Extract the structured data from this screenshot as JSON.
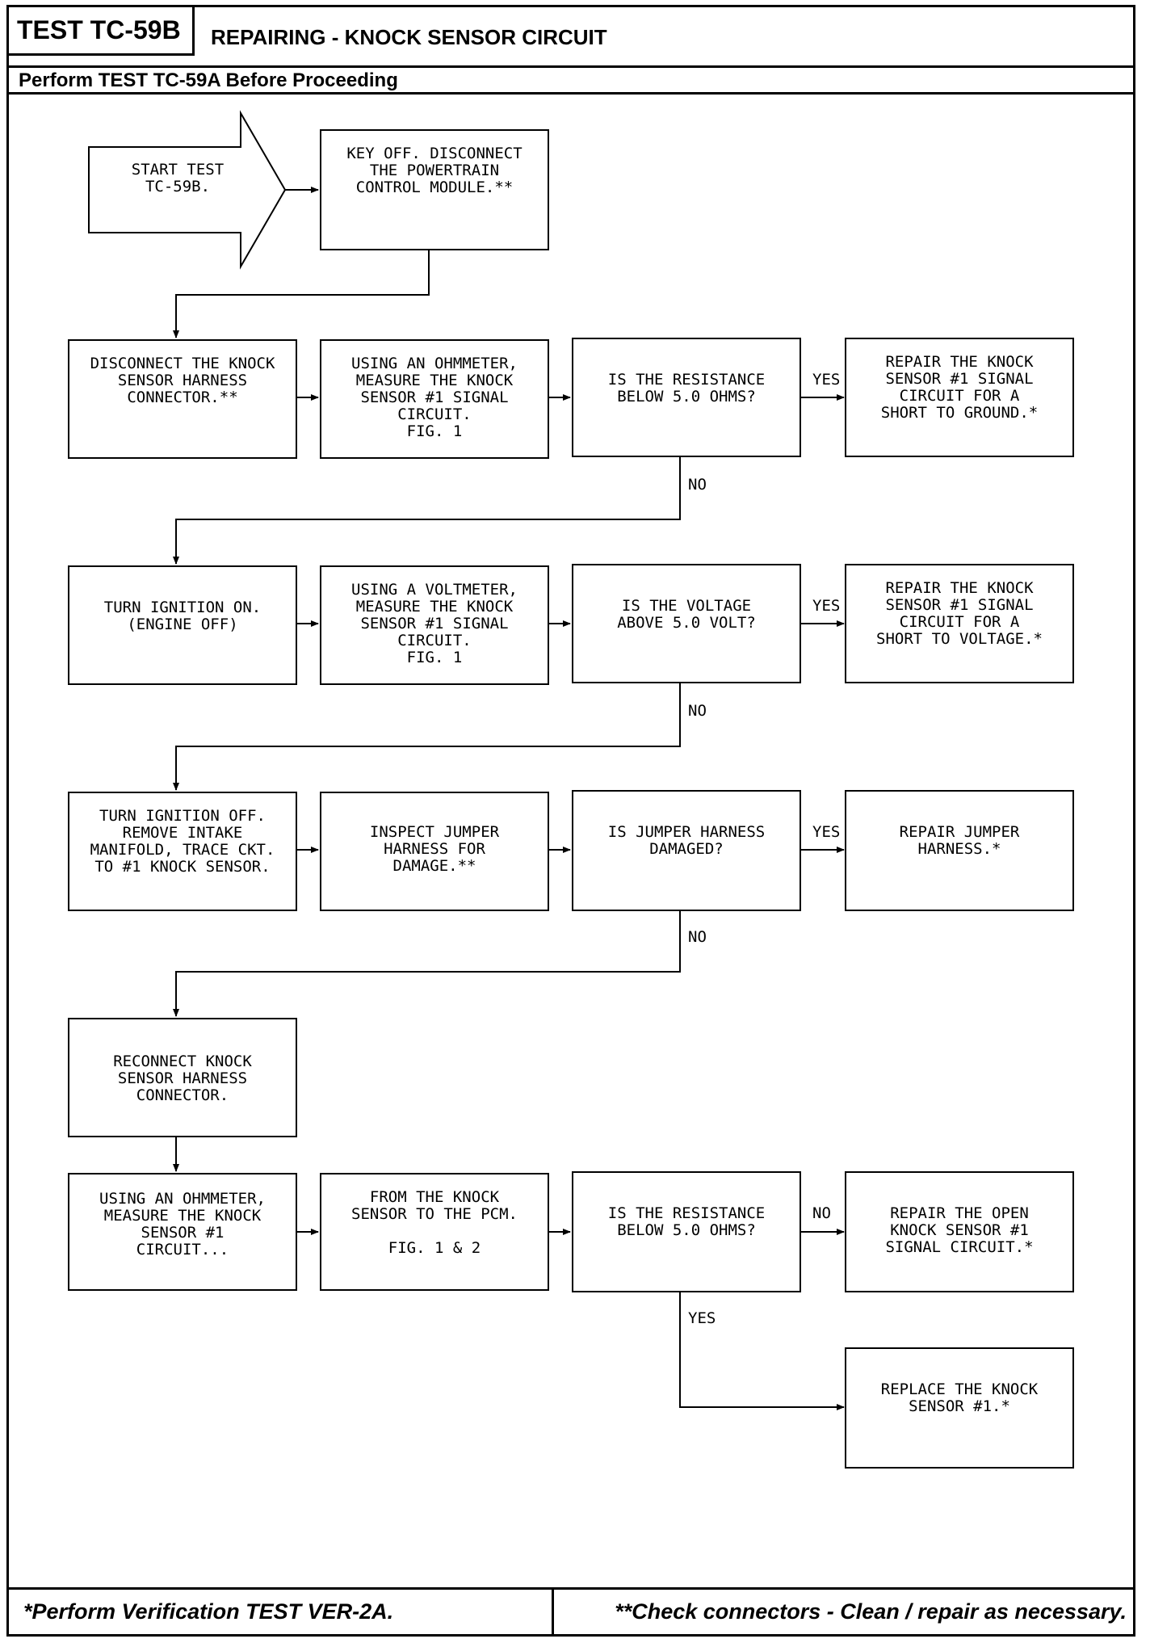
{
  "header": {
    "test_id": "TEST TC-59B",
    "title": "REPAIRING - KNOCK SENSOR CIRCUIT",
    "prerequisite": "Perform TEST TC-59A Before Proceeding"
  },
  "flowchart": {
    "start": "START TEST\nTC-59B.",
    "steps": {
      "key_off": "KEY OFF. DISCONNECT\nTHE POWERTRAIN\nCONTROL MODULE.**",
      "disconnect_ks": "DISCONNECT THE KNOCK\nSENSOR HARNESS\nCONNECTOR.**",
      "ohmmeter_1": "USING AN OHMMETER,\nMEASURE THE KNOCK\nSENSOR #1 SIGNAL\nCIRCUIT.\nFIG. 1",
      "q_resistance_1": "IS THE RESISTANCE\nBELOW 5.0 OHMS?",
      "repair_ground": "REPAIR THE KNOCK\nSENSOR #1 SIGNAL\nCIRCUIT FOR A\nSHORT TO GROUND.*",
      "ign_on": "TURN IGNITION ON.\n(ENGINE OFF)",
      "voltmeter": "USING A VOLTMETER,\nMEASURE THE KNOCK\nSENSOR #1 SIGNAL\nCIRCUIT.\nFIG. 1",
      "q_voltage": "IS THE VOLTAGE\nABOVE 5.0 VOLT?",
      "repair_voltage": "REPAIR THE KNOCK\nSENSOR #1 SIGNAL\nCIRCUIT FOR A\nSHORT TO VOLTAGE.*",
      "ign_off": "TURN IGNITION OFF.\nREMOVE INTAKE\nMANIFOLD, TRACE CKT.\nTO #1 KNOCK SENSOR.",
      "inspect_jumper": "INSPECT JUMPER\nHARNESS FOR\nDAMAGE.**",
      "q_jumper": "IS JUMPER HARNESS\nDAMAGED?",
      "repair_jumper": "REPAIR JUMPER\nHARNESS.*",
      "reconnect": "RECONNECT KNOCK\nSENSOR HARNESS\nCONNECTOR.",
      "ohmmeter_2": "USING AN OHMMETER,\nMEASURE THE KNOCK\nSENSOR #1\nCIRCUIT...",
      "from_ks_pcm": "FROM THE KNOCK\nSENSOR TO THE PCM.\n\nFIG. 1 & 2",
      "q_resistance_2": "IS THE RESISTANCE\nBELOW 5.0 OHMS?",
      "repair_open": "REPAIR THE OPEN\nKNOCK SENSOR #1\nSIGNAL CIRCUIT.*",
      "replace_ks": "REPLACE THE KNOCK\nSENSOR #1.*"
    },
    "branch_labels": {
      "yes_1": "YES",
      "no_1": "NO",
      "yes_2": "YES",
      "no_2": "NO",
      "yes_3": "YES",
      "no_3": "NO",
      "no_4": "NO",
      "yes_4": "YES"
    }
  },
  "footer": {
    "left": "*Perform Verification TEST VER-2A.",
    "right": "**Check connectors - Clean / repair as necessary."
  }
}
